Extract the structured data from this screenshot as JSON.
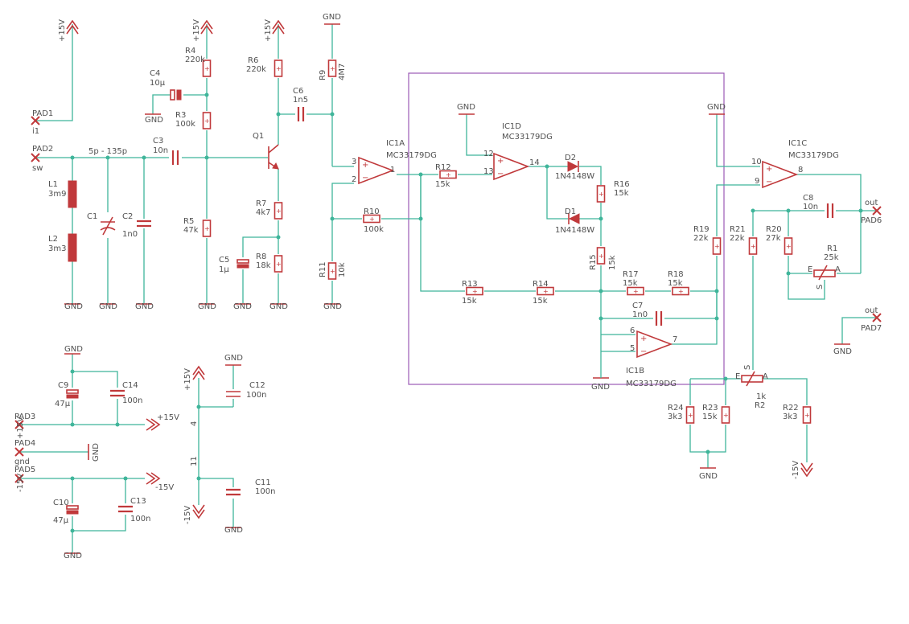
{
  "colors": {
    "wire": "#3fb59a",
    "part": "#c0393b",
    "text": "#505050",
    "frame": "#9b59b6"
  },
  "pads": {
    "pad1": {
      "name": "PAD1",
      "net": "i1"
    },
    "pad2": {
      "name": "PAD2",
      "net": "sw"
    },
    "pad3": {
      "name": "PAD3",
      "net": "+15V"
    },
    "pad4": {
      "name": "PAD4",
      "net": "gnd"
    },
    "pad5": {
      "name": "PAD5",
      "net": "-15V"
    },
    "pad6": {
      "name": "PAD6",
      "net": "out"
    },
    "pad7": {
      "name": "PAD7",
      "net": "out"
    }
  },
  "supplies": {
    "pos": "+15V",
    "neg": "-15V",
    "gnd": "GND"
  },
  "parts": {
    "l1": {
      "name": "L1",
      "value": "3m9"
    },
    "l2": {
      "name": "L2",
      "value": "3m3"
    },
    "c1": {
      "name": "C1",
      "value": "5p - 135p"
    },
    "c2": {
      "name": "C2",
      "value": "1n0"
    },
    "c3": {
      "name": "C3",
      "value": "10n"
    },
    "c4": {
      "name": "C4",
      "value": "10µ"
    },
    "c5": {
      "name": "C5",
      "value": "1µ"
    },
    "c6": {
      "name": "C6",
      "value": "1n5"
    },
    "c7": {
      "name": "C7",
      "value": "1n0"
    },
    "c8": {
      "name": "C8",
      "value": "10n"
    },
    "c9": {
      "name": "C9",
      "value": "47µ"
    },
    "c10": {
      "name": "C10",
      "value": "47µ"
    },
    "c11": {
      "name": "C11",
      "value": "100n"
    },
    "c12": {
      "name": "C12",
      "value": "100n"
    },
    "c13": {
      "name": "C13",
      "value": "100n"
    },
    "c14": {
      "name": "C14",
      "value": "100n"
    },
    "r1": {
      "name": "R1",
      "value": "25k"
    },
    "r2": {
      "name": "R2",
      "value": "1k"
    },
    "r3": {
      "name": "R3",
      "value": "100k"
    },
    "r4": {
      "name": "R4",
      "value": "220k"
    },
    "r5": {
      "name": "R5",
      "value": "47k"
    },
    "r6": {
      "name": "R6",
      "value": "220k"
    },
    "r7": {
      "name": "R7",
      "value": "4k7"
    },
    "r8": {
      "name": "R8",
      "value": "18k"
    },
    "r9": {
      "name": "R9",
      "value": "4M7"
    },
    "r10": {
      "name": "R10",
      "value": "100k"
    },
    "r11": {
      "name": "R11",
      "value": "10k"
    },
    "r12": {
      "name": "R12",
      "value": "15k"
    },
    "r13": {
      "name": "R13",
      "value": "15k"
    },
    "r14": {
      "name": "R14",
      "value": "15k"
    },
    "r15": {
      "name": "R15",
      "value": "15k"
    },
    "r16": {
      "name": "R16",
      "value": "15k"
    },
    "r17": {
      "name": "R17",
      "value": "15k"
    },
    "r18": {
      "name": "R18",
      "value": "15k"
    },
    "r19": {
      "name": "R19",
      "value": "22k"
    },
    "r20": {
      "name": "R20",
      "value": "27k"
    },
    "r21": {
      "name": "R21",
      "value": "22k"
    },
    "r22": {
      "name": "R22",
      "value": "3k3"
    },
    "r23": {
      "name": "R23",
      "value": "15k"
    },
    "r24": {
      "name": "R24",
      "value": "3k3"
    },
    "q1": {
      "name": "Q1"
    },
    "d1": {
      "name": "D1",
      "value": "1N4148W"
    },
    "d2": {
      "name": "D2",
      "value": "1N4148W"
    },
    "ic1a": {
      "name": "IC1A",
      "value": "MC33179DG"
    },
    "ic1b": {
      "name": "IC1B",
      "value": "MC33179DG"
    },
    "ic1c": {
      "name": "IC1C",
      "value": "MC33179DG"
    },
    "ic1d": {
      "name": "IC1D",
      "value": "MC33179DG"
    }
  },
  "pins": {
    "p1": "1",
    "p2": "2",
    "p3": "3",
    "p4": "4",
    "p5": "5",
    "p6": "6",
    "p7": "7",
    "p8": "8",
    "p9": "9",
    "p10": "10",
    "p11": "11",
    "p12": "12",
    "p13": "13",
    "p14": "14",
    "e": "E",
    "s": "S",
    "a": "A"
  }
}
